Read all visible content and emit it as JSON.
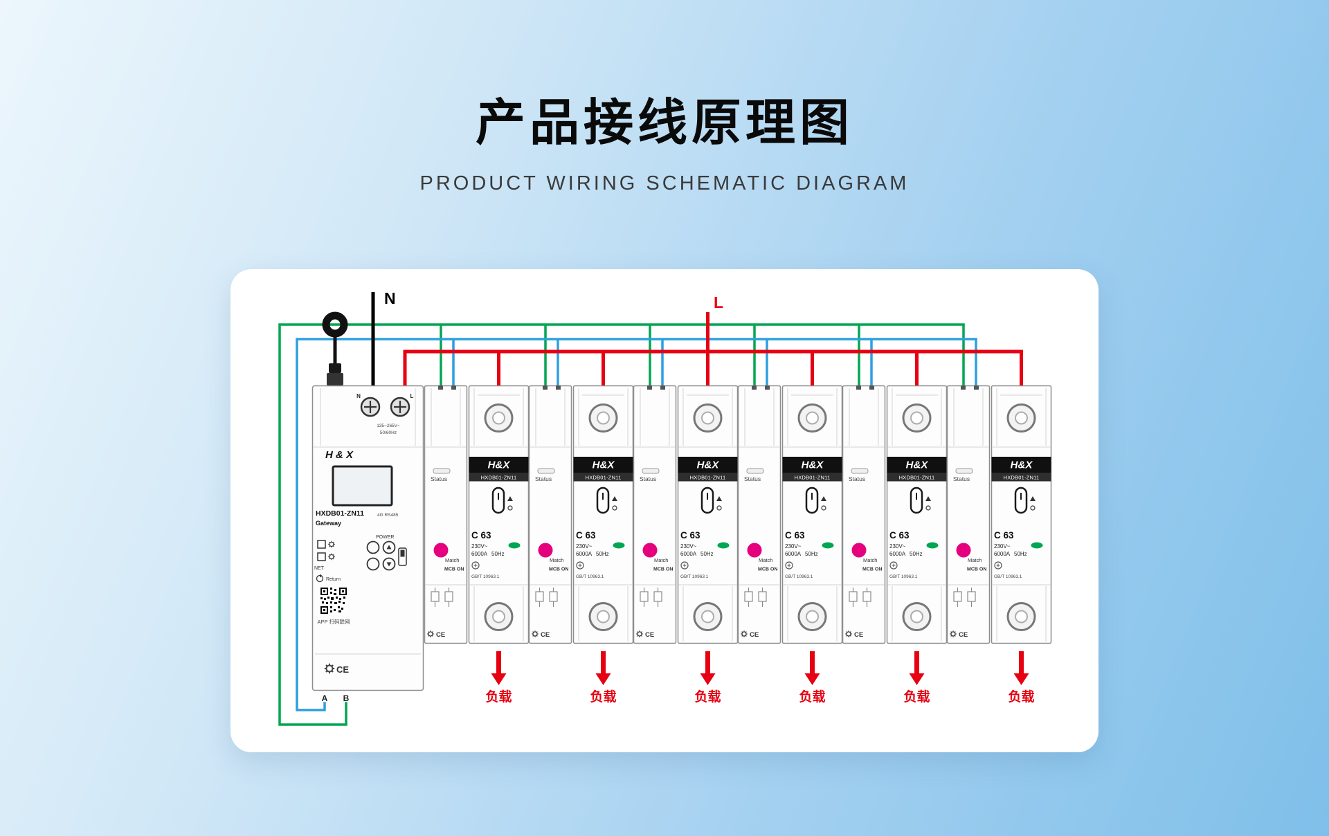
{
  "header": {
    "title": "产品接线原理图",
    "subtitle": "PRODUCT WIRING SCHEMATIC DIAGRAM"
  },
  "wiring": {
    "neutral_label": "N",
    "live_label": "L",
    "colors": {
      "wire_live": "#e60012",
      "wire_neutral": "#000000",
      "wire_rs485_a": "#2e9fe0",
      "wire_rs485_b": "#00a651",
      "match_button": "#e5007d",
      "indicator_green": "#00a651",
      "load_text": "#e60012"
    }
  },
  "gateway": {
    "brand": "H & X",
    "terminal_n": "N",
    "terminal_l": "L",
    "rating_voltage": "135~265V~",
    "rating_freq": "50/60Hz",
    "model": "HXDB01-ZN11",
    "type_label": "Gateway",
    "comm_label": "4G RS485",
    "power_label": "POWER",
    "net_label": "NET",
    "return_label": "Return",
    "qr_caption": "APP 扫码联网",
    "ce_label": "CE",
    "port_a": "A",
    "port_b": "B"
  },
  "breakers": [
    {
      "brand": "H&X",
      "model": "HXDB01-ZN11",
      "status": "Status",
      "match": "Match",
      "mcb_on": "MCB ON",
      "rating": "C 63",
      "voltage": "230V~",
      "current": "6000A",
      "frequency": "50Hz",
      "standard": "GB/T 10963.1",
      "ce": "CE",
      "load": "负载"
    },
    {
      "brand": "H&X",
      "model": "HXDB01-ZN11",
      "status": "Status",
      "match": "Match",
      "mcb_on": "MCB ON",
      "rating": "C 63",
      "voltage": "230V~",
      "current": "6000A",
      "frequency": "50Hz",
      "standard": "GB/T 10963.1",
      "ce": "CE",
      "load": "负载"
    },
    {
      "brand": "H&X",
      "model": "HXDB01-ZN11",
      "status": "Status",
      "match": "Match",
      "mcb_on": "MCB ON",
      "rating": "C 63",
      "voltage": "230V~",
      "current": "6000A",
      "frequency": "50Hz",
      "standard": "GB/T 10963.1",
      "ce": "CE",
      "load": "负载"
    },
    {
      "brand": "H&X",
      "model": "HXDB01-ZN11",
      "status": "Status",
      "match": "Match",
      "mcb_on": "MCB ON",
      "rating": "C 63",
      "voltage": "230V~",
      "current": "6000A",
      "frequency": "50Hz",
      "standard": "GB/T 10963.1",
      "ce": "CE",
      "load": "负载"
    },
    {
      "brand": "H&X",
      "model": "HXDB01-ZN11",
      "status": "Status",
      "match": "Match",
      "mcb_on": "MCB ON",
      "rating": "C 63",
      "voltage": "230V~",
      "current": "6000A",
      "frequency": "50Hz",
      "standard": "GB/T 10963.1",
      "ce": "CE",
      "load": "负载"
    },
    {
      "brand": "H&X",
      "model": "HXDB01-ZN11",
      "status": "Status",
      "match": "Match",
      "mcb_on": "MCB ON",
      "rating": "C 63",
      "voltage": "230V~",
      "current": "6000A",
      "frequency": "50Hz",
      "standard": "GB/T 10963.1",
      "ce": "CE",
      "load": "负载"
    }
  ]
}
